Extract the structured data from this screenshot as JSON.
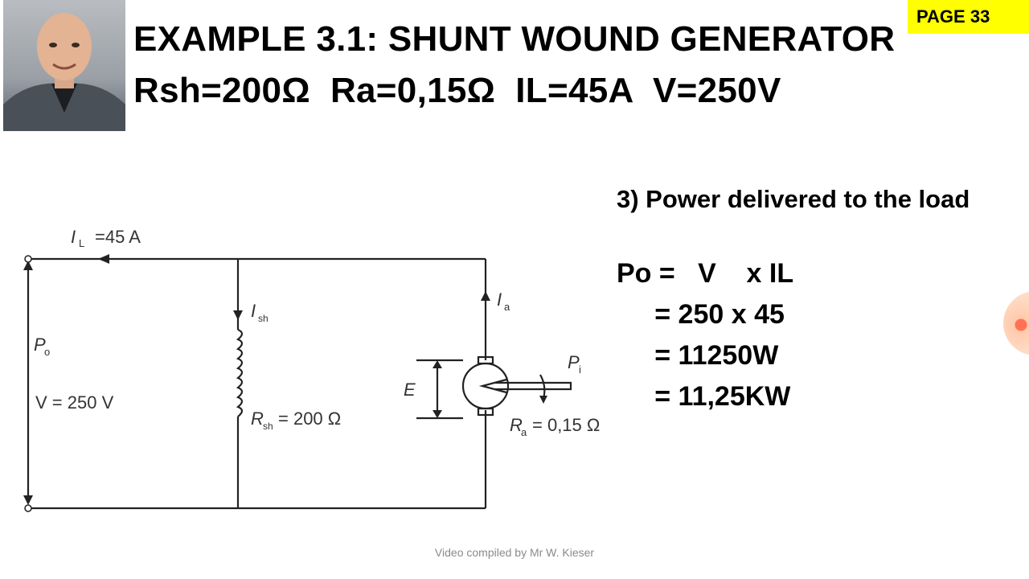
{
  "badge": "PAGE 33",
  "title": "EXAMPLE 3.1: SHUNT WOUND GENERATOR",
  "subtitle": "Rsh=200Ω  Ra=0,15Ω  IL=45A  V=250V",
  "diagram_labels": {
    "il_symbol": "I",
    "il_sub": "L",
    "il_value": "=45 A",
    "po_symbol": "P",
    "po_sub": "o",
    "voltage": "V = 250 V",
    "ish_symbol": "I",
    "ish_sub": "sh",
    "rsh_symbol": "R",
    "rsh_sub": "sh",
    "rsh_value": "= 200 Ω",
    "ia_symbol": "I",
    "ia_sub": "a",
    "emf": "E",
    "pi_symbol": "P",
    "pi_sub": "i",
    "ra_symbol": "R",
    "ra_sub": "a",
    "ra_value": "= 0,15 Ω"
  },
  "heading": "3) Power delivered to the load",
  "calc_lines": [
    "Po =   V    x IL",
    "     = 250 x 45",
    "     = 11250W",
    "     = 11,25KW"
  ],
  "footer": "Video compiled by Mr W. Kieser",
  "colors": {
    "badge": "#ffff00",
    "footer_text": "#8a8a8a"
  }
}
